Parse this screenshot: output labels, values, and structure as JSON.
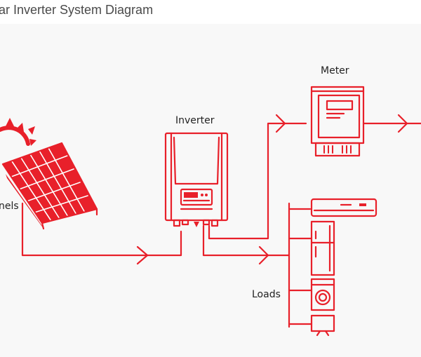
{
  "title": "lar Inverter System Diagram",
  "labels": {
    "panels": "nels",
    "inverter": "Inverter",
    "meter": "Meter",
    "loads": "Loads"
  },
  "colors": {
    "accent": "#e8202a",
    "background": "#f8f8f8"
  },
  "icons": [
    "sun-icon",
    "solar-panel-icon",
    "inverter-icon",
    "meter-icon",
    "air-conditioner-icon",
    "refrigerator-icon",
    "washing-machine-icon",
    "tv-icon",
    "arrow-icon"
  ]
}
